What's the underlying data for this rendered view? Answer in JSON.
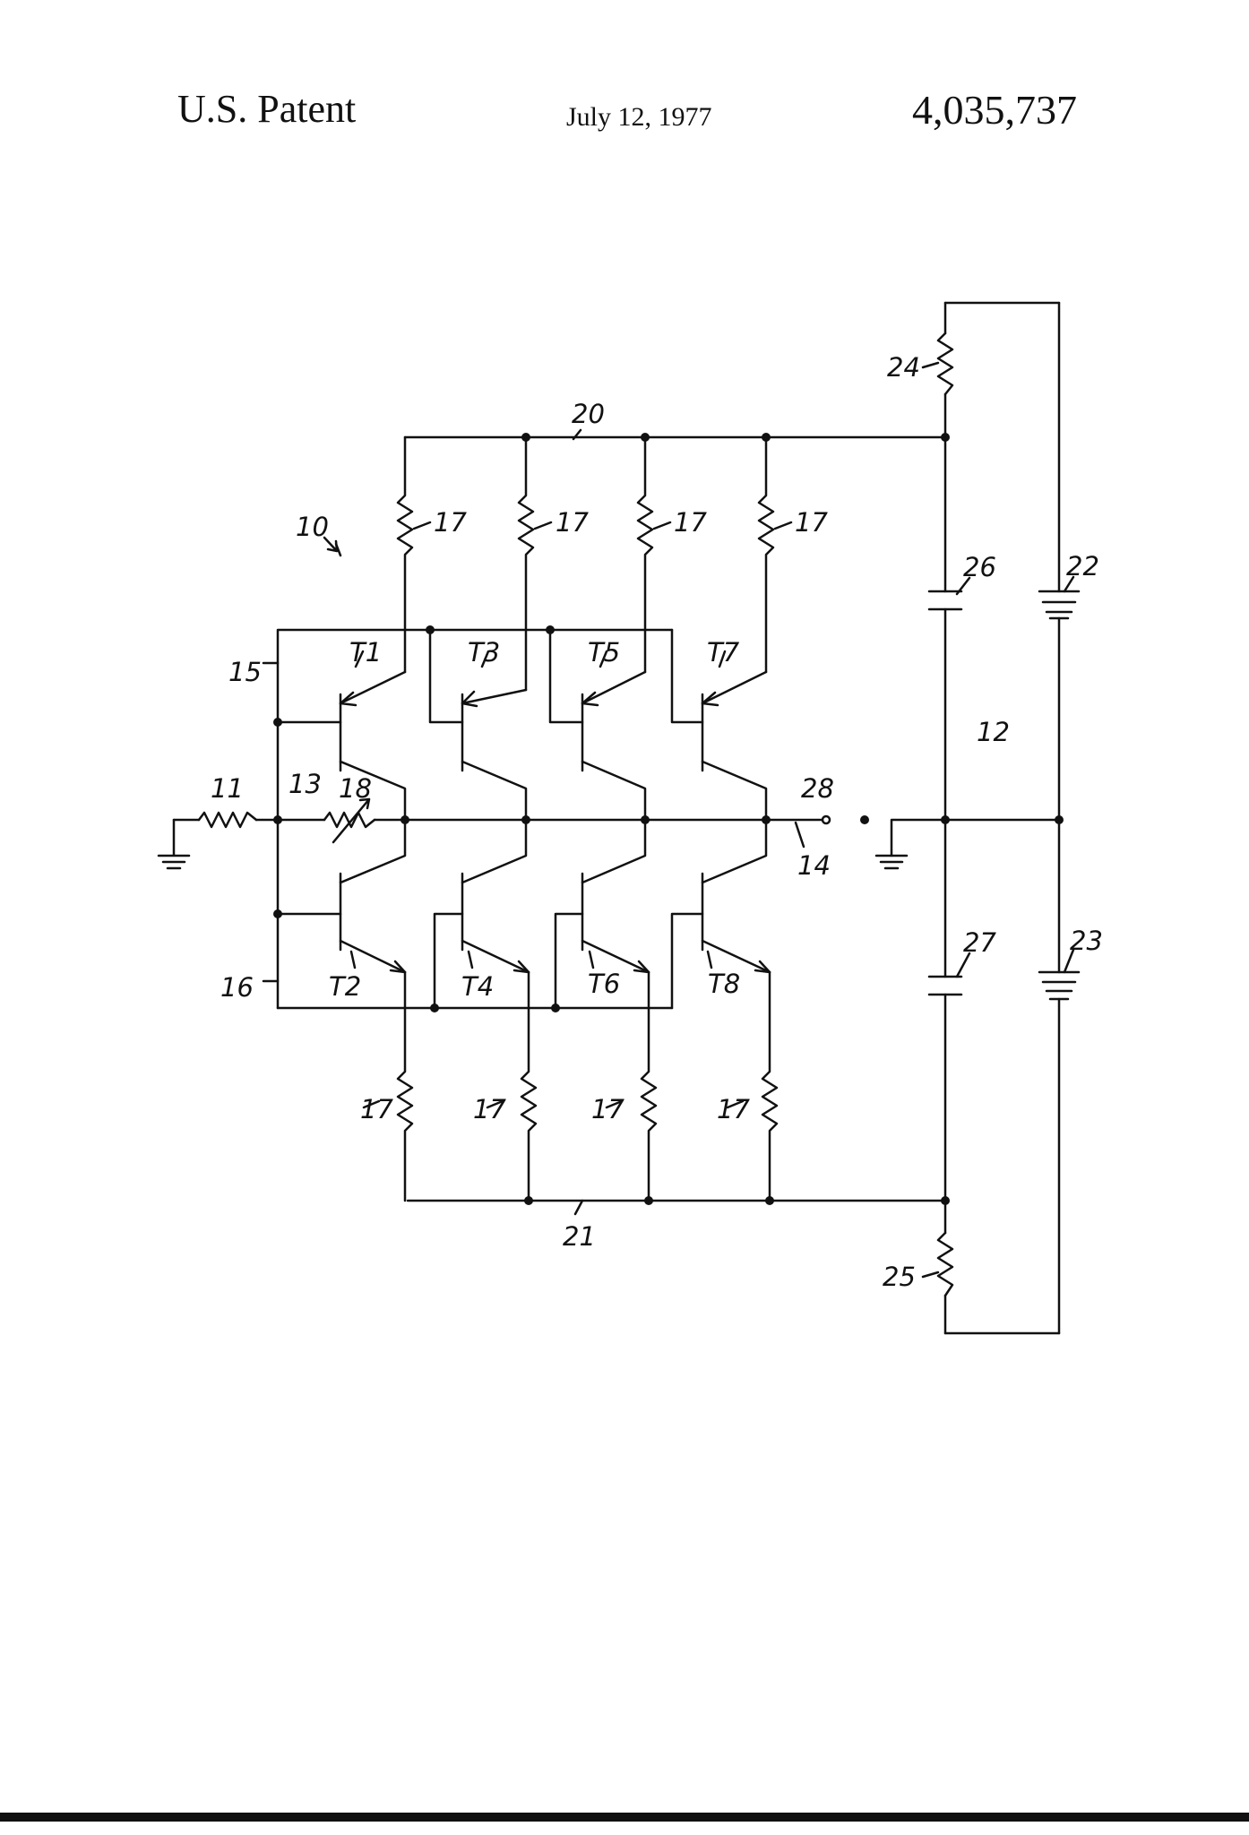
{
  "header": {
    "left": "U.S. Patent",
    "center": "July 12, 1977",
    "right": "4,035,737"
  },
  "labels": {
    "ref_10": "10",
    "ref_11": "11",
    "ref_12": "12",
    "ref_13": "13",
    "ref_14": "14",
    "ref_15": "15",
    "ref_16": "16",
    "ref_17": "17",
    "ref_18": "18",
    "ref_20": "20",
    "ref_21": "21",
    "ref_22": "22",
    "ref_23": "23",
    "ref_24": "24",
    "ref_25": "25",
    "ref_26": "26",
    "ref_27": "27",
    "ref_28": "28",
    "t1": "T1",
    "t2": "T2",
    "t3": "T3",
    "t4": "T4",
    "t5": "T5",
    "t6": "T6",
    "t7": "T7",
    "t8": "T8"
  }
}
